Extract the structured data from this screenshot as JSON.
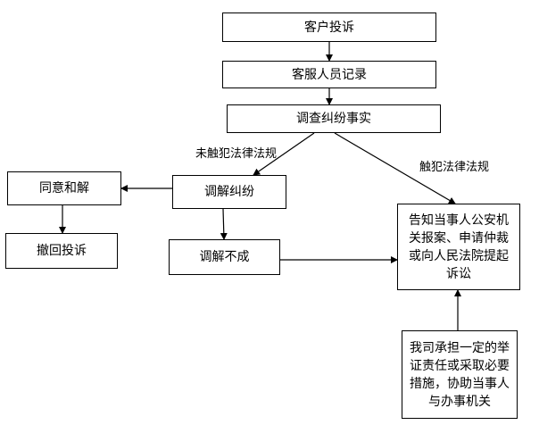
{
  "nodes": {
    "customer_complaint": "客户投诉",
    "service_record": "客服人员记录",
    "investigate": "调查纠纷事实",
    "mediate": "调解纠纷",
    "agree_settle": "同意和解",
    "withdraw": "撤回投诉",
    "mediation_failed": "调解不成",
    "inform_parties": "告知当事人公安机关报案、申请仲裁或向人民法院提起诉讼",
    "company_support": "我司承担一定的举证责任或采取必要措施，协助当事人与办事机关"
  },
  "edges": {
    "no_violation": "未触犯法律法规",
    "violation": "触犯法律法规"
  },
  "colors": {
    "stroke": "#000000",
    "fill": "#ffffff"
  }
}
